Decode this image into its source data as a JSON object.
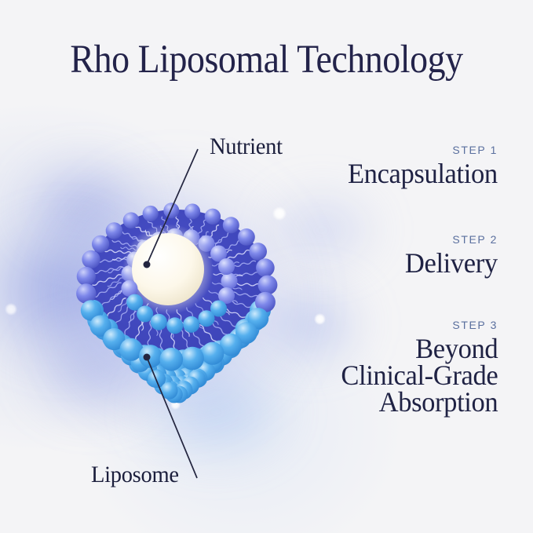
{
  "title": "Rho Liposomal Technology",
  "diagram": {
    "nutrient_label": "Nutrient",
    "liposome_label": "Liposome"
  },
  "steps": [
    {
      "step": "STEP 1",
      "title": "Encapsulation"
    },
    {
      "step": "STEP 2",
      "title": "Delivery"
    },
    {
      "step": "STEP 3",
      "title": "Beyond\nClinical-Grade\nAbsorption"
    }
  ],
  "colors": {
    "background": "#f4f4f6",
    "heading_text": "#23234a",
    "label_text": "#1b1e3c",
    "step_label": "#5a6f9e",
    "step_title": "#1f2244",
    "pointer_line": "#23253f",
    "liposome": {
      "outer_sphere_highlight": "#ccd1fa",
      "outer_sphere_body": "#7e88ea",
      "outer_sphere_shadow": "#4b53c2",
      "inner_sphere_highlight": "#dde1fd",
      "inner_sphere_body": "#98a1f1",
      "inner_sphere_shadow": "#636bd8",
      "cyan_sphere_highlight": "#cdeafc",
      "cyan_sphere_body": "#56b0ee",
      "cyan_sphere_shadow": "#2f88d4",
      "membrane_body": "#4a51c8",
      "membrane_deep": "#3a41b5",
      "tail_light": "#aab1f5",
      "tail_bright": "#e0e3ff",
      "nutrient_center": "#ffffff",
      "nutrient_mid": "#fdf8ea",
      "nutrient_edge": "#e9dfc2"
    }
  }
}
